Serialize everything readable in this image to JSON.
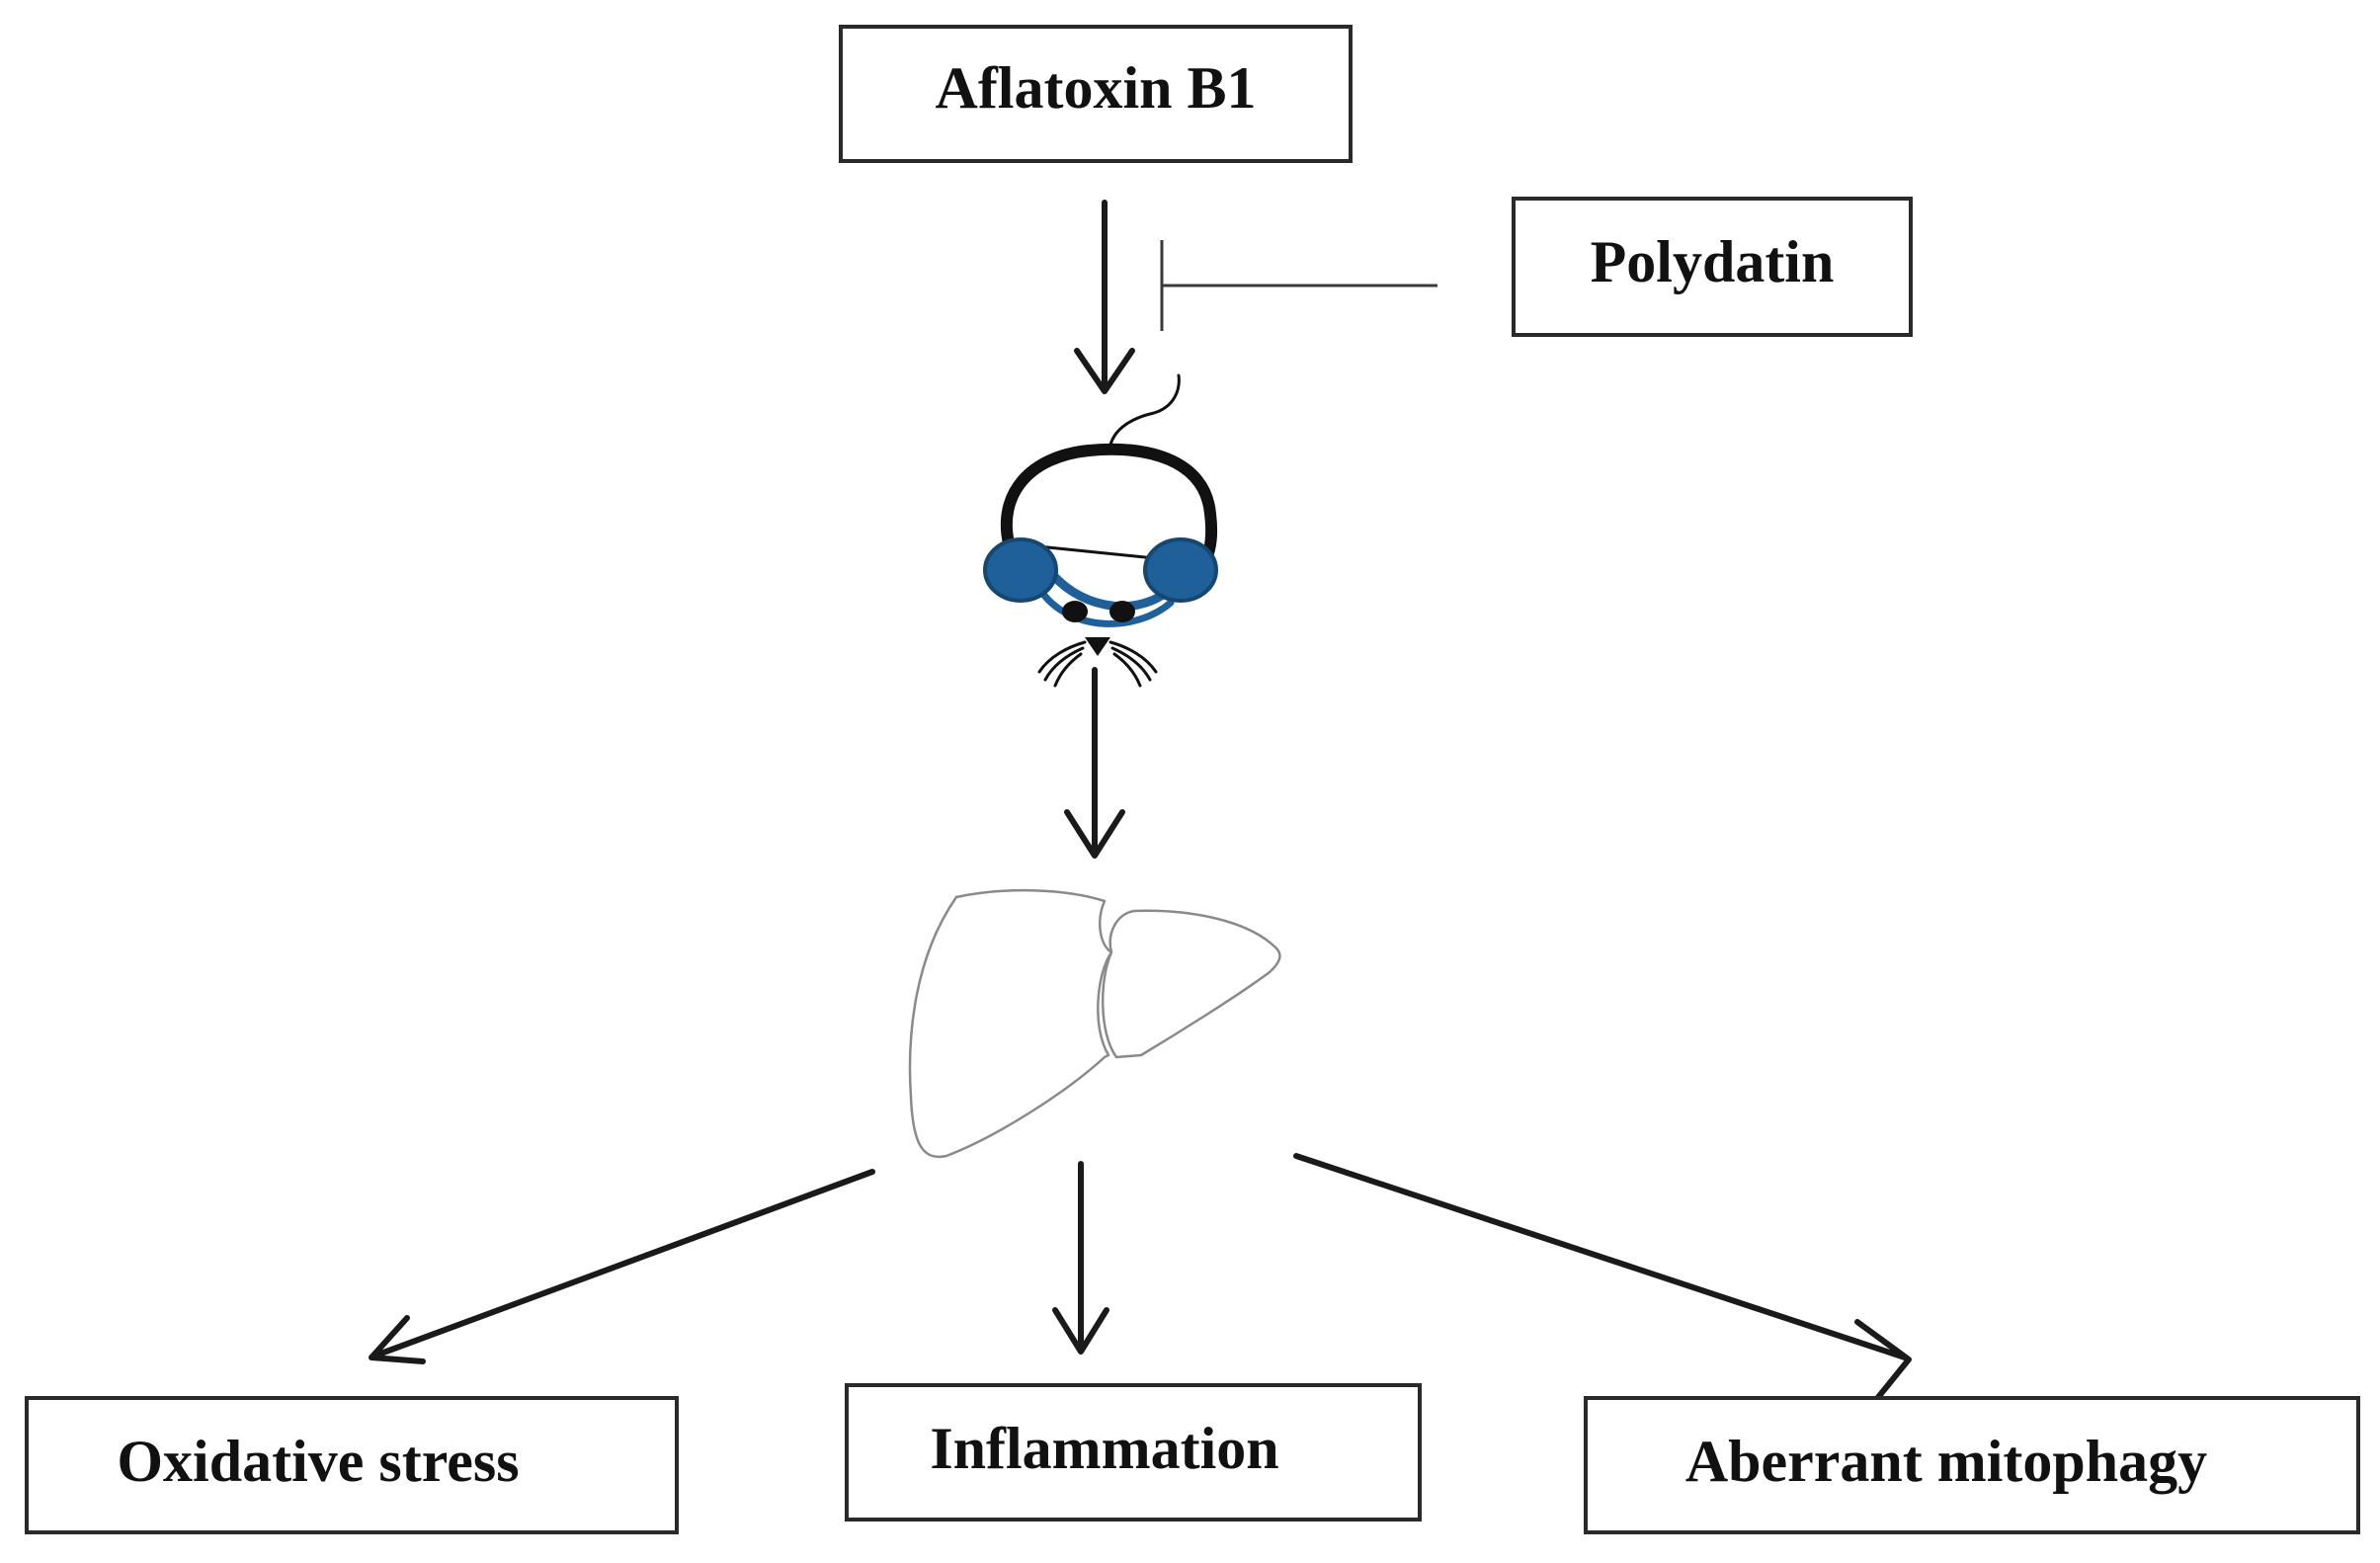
{
  "nodes": {
    "aflatoxin": {
      "label": "Aflatoxin B1"
    },
    "polydatin": {
      "label": "Polydatin"
    },
    "oxidative_stress": {
      "label": "Oxidative stress"
    },
    "inflammation": {
      "label": "Inflammation"
    },
    "aberrant_mitophagy": {
      "label": "Aberrant mitophagy"
    }
  },
  "edges": [
    {
      "from": "aflatoxin",
      "to": "mouse",
      "type": "activation"
    },
    {
      "from": "polydatin",
      "to": "aflatoxin-mouse-edge",
      "type": "inhibition"
    },
    {
      "from": "mouse",
      "to": "liver",
      "type": "activation"
    },
    {
      "from": "liver",
      "to": "oxidative_stress",
      "type": "activation"
    },
    {
      "from": "liver",
      "to": "inflammation",
      "type": "activation"
    },
    {
      "from": "liver",
      "to": "aberrant_mitophagy",
      "type": "activation"
    }
  ],
  "icons": {
    "mouse": "mouse-icon",
    "liver": "liver-icon"
  },
  "colors": {
    "mouse_ears": "#1f5f9a",
    "mouse_ear_stroke": "#17466f",
    "lines": "#1a1a1a",
    "liver_outline": "#8a8a8a"
  }
}
